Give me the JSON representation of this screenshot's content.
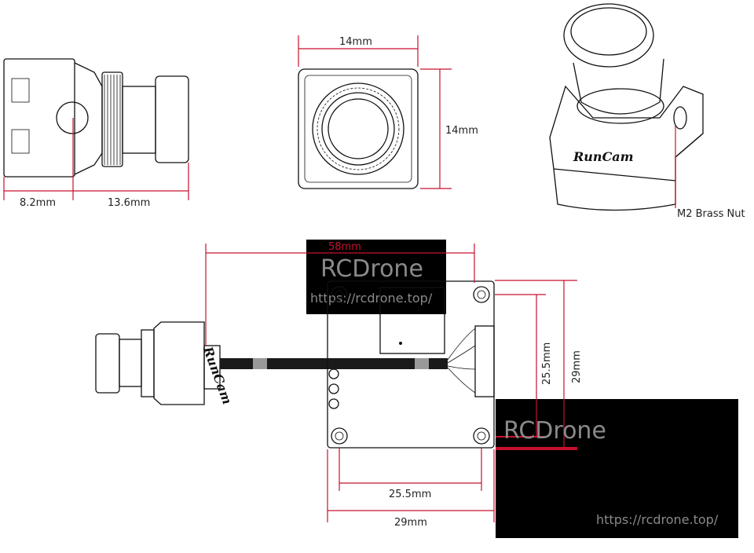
{
  "side_view": {
    "dim_left": "8.2mm",
    "dim_right": "13.6mm"
  },
  "front_view": {
    "dim_width": "14mm",
    "dim_height": "14mm"
  },
  "iso_view": {
    "brand_logo": "RunCam",
    "callout": "M2 Brass Nut"
  },
  "board_view": {
    "dim_total_length": "58mm",
    "dim_hole_spacing_v": "25.5mm",
    "dim_board_v": "29mm",
    "dim_hole_spacing_h": "25.5mm",
    "dim_board_h": "29mm",
    "brand_logo": "RunCam"
  },
  "watermarks": {
    "top": {
      "name": "RCDrone",
      "url": "https://rcdrone.top/"
    },
    "bottom": {
      "name": "RCDrone",
      "url": "https://rcdrone.top/"
    }
  },
  "colors": {
    "dimension": "#c8102e",
    "outline": "#111111",
    "watermark_bg": "#000000"
  }
}
